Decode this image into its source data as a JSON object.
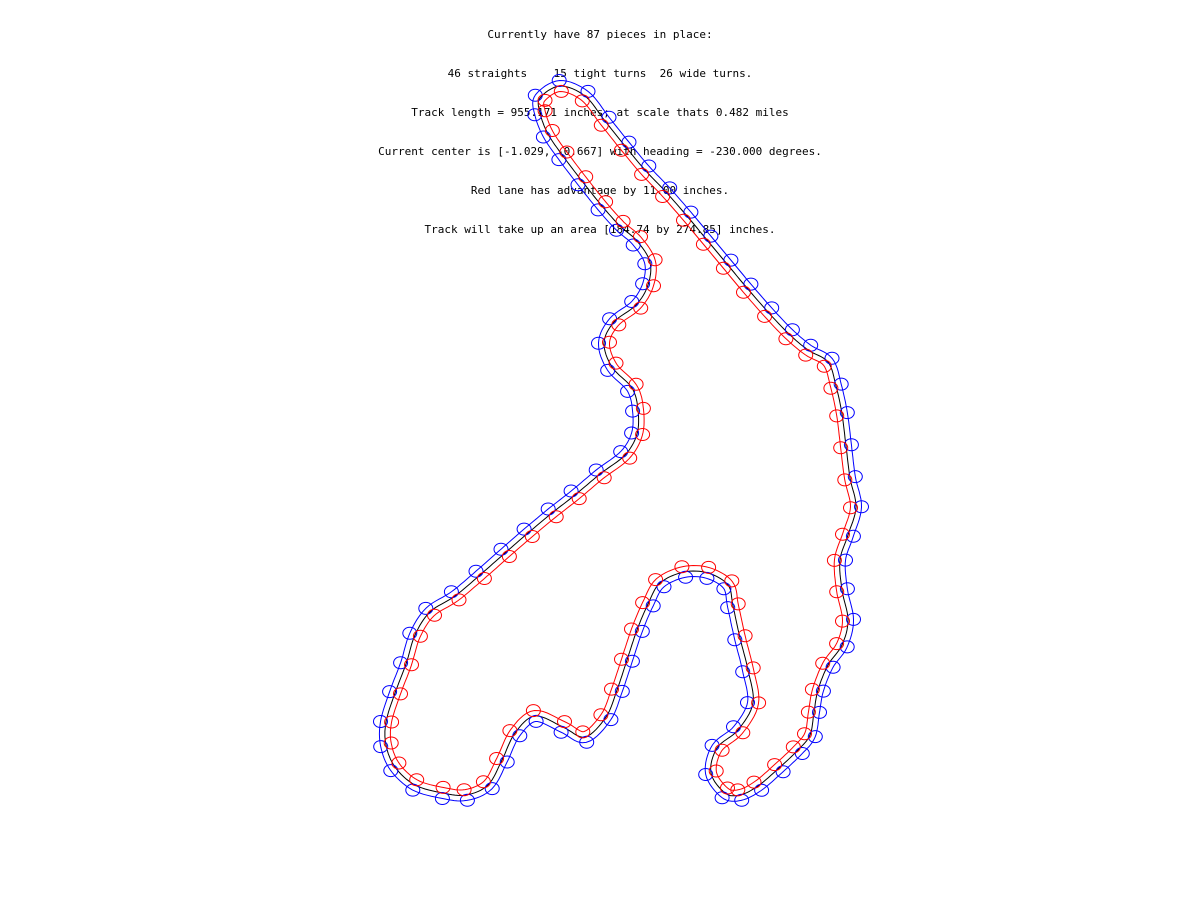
{
  "info": {
    "line1": "Currently have 87 pieces in place:",
    "line2": "46 straights    15 tight turns  26 wide turns.",
    "line3": "Track length = 955.171 inches; at scale thats 0.482 miles",
    "line4": "Current center is [-1.029, -0.667] with heading = -230.000 degrees.",
    "line5": "Red lane has advantage by 11.00 inches.",
    "line6": "Track will take up an area [184.74 by 274.85] inches."
  },
  "colors": {
    "centerline": "#000000",
    "outer_lane": "#0000ff",
    "inner_lane": "#ff0000",
    "background": "#ffffff"
  }
}
